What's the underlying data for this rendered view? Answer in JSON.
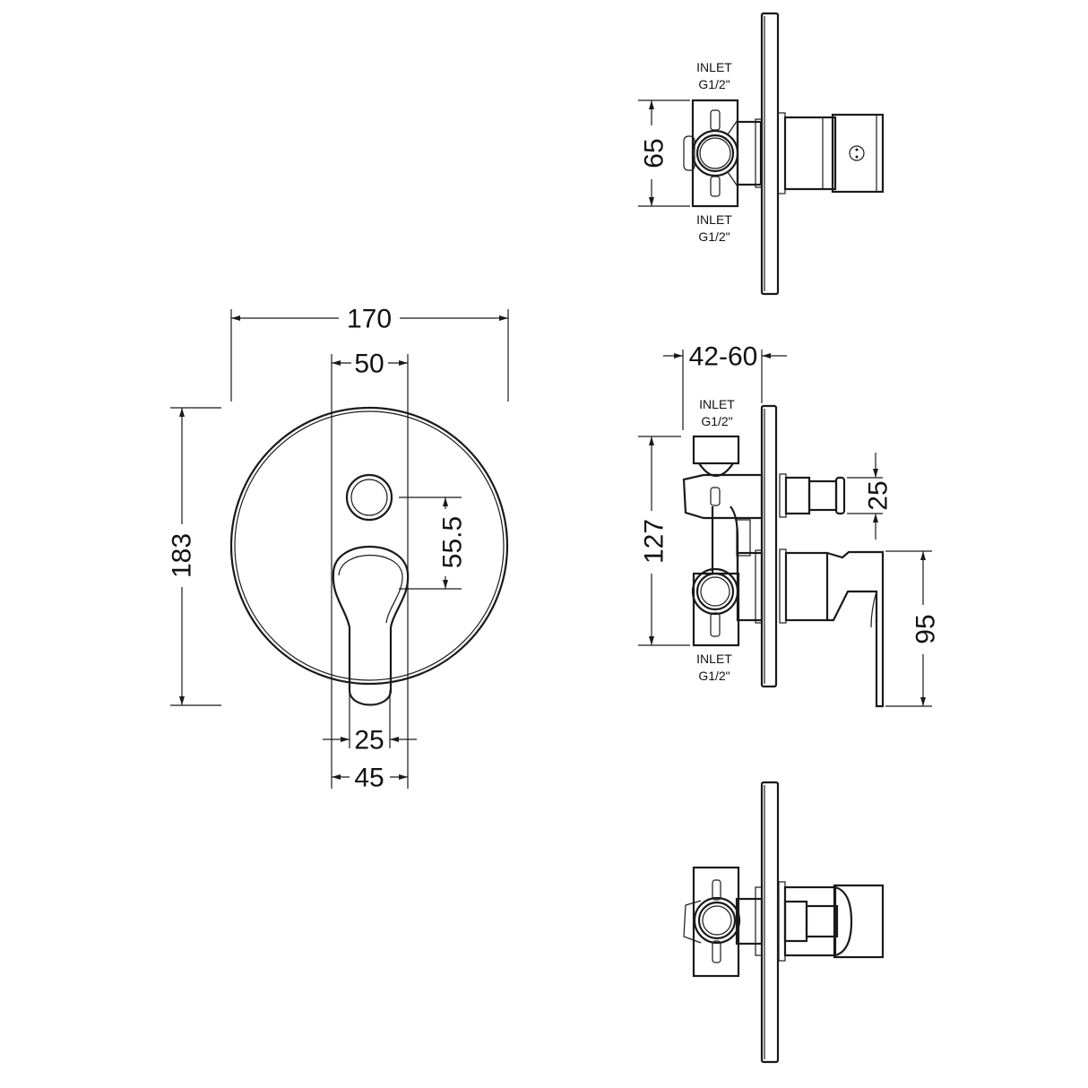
{
  "front_view": {
    "dims": {
      "overall_width": "170",
      "overall_height": "183",
      "handle_top_width": "50",
      "button_to_handle": "55.5",
      "handle_tip_width": "25",
      "handle_base_width": "45"
    }
  },
  "top_view": {
    "dims": {
      "body_height": "65"
    },
    "inlet_top": {
      "line1": "INLET",
      "line2": "G1/2\""
    },
    "inlet_bottom": {
      "line1": "INLET",
      "line2": "G1/2\""
    }
  },
  "side_view": {
    "dims": {
      "wall_depth": "42-60",
      "body_height": "127",
      "button_dia": "25",
      "handle_height": "95"
    },
    "inlet_top": {
      "line1": "INLET",
      "line2": "G1/2\""
    },
    "inlet_bottom": {
      "line1": "INLET",
      "line2": "G1/2\""
    }
  },
  "bottom_view": {}
}
